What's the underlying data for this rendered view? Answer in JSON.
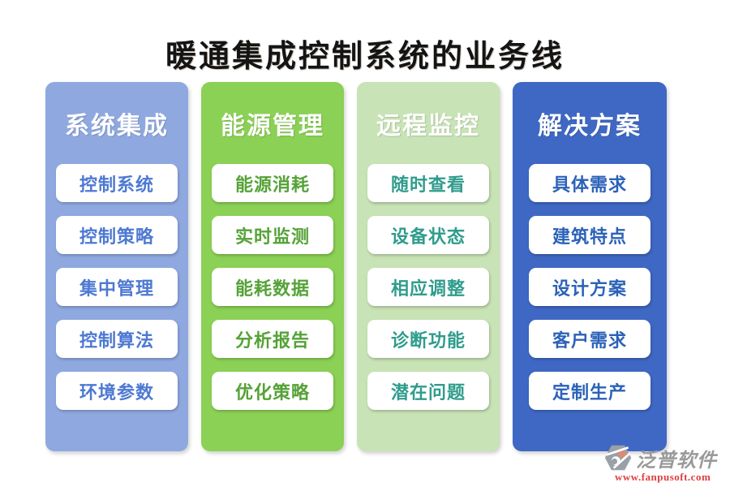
{
  "title": "暖通集成控制系统的业务线",
  "columns": [
    {
      "header": "系统集成",
      "bg": "#8FA9E0",
      "text_color": "#4D79D2",
      "items": [
        "控制系统",
        "控制策略",
        "集中管理",
        "控制算法",
        "环境参数"
      ]
    },
    {
      "header": "能源管理",
      "bg": "#8BD155",
      "text_color": "#55A237",
      "items": [
        "能源消耗",
        "实时监测",
        "能耗数据",
        "分析报告",
        "优化策略"
      ]
    },
    {
      "header": "远程监控",
      "bg": "#C8E3B5",
      "text_color": "#2F9C8C",
      "items": [
        "随时查看",
        "设备状态",
        "相应调整",
        "诊断功能",
        "潜在问题"
      ]
    },
    {
      "header": "解决方案",
      "bg": "#3F68C5",
      "text_color": "#2B62B8",
      "items": [
        "具体需求",
        "建筑特点",
        "设计方案",
        "客户需求",
        "定制生产"
      ]
    }
  ],
  "watermark": {
    "brand": "泛普软件",
    "url": "www.fanpusoft.com",
    "brand_color": "#9A9A9A",
    "url_color": "#E03E3E"
  }
}
